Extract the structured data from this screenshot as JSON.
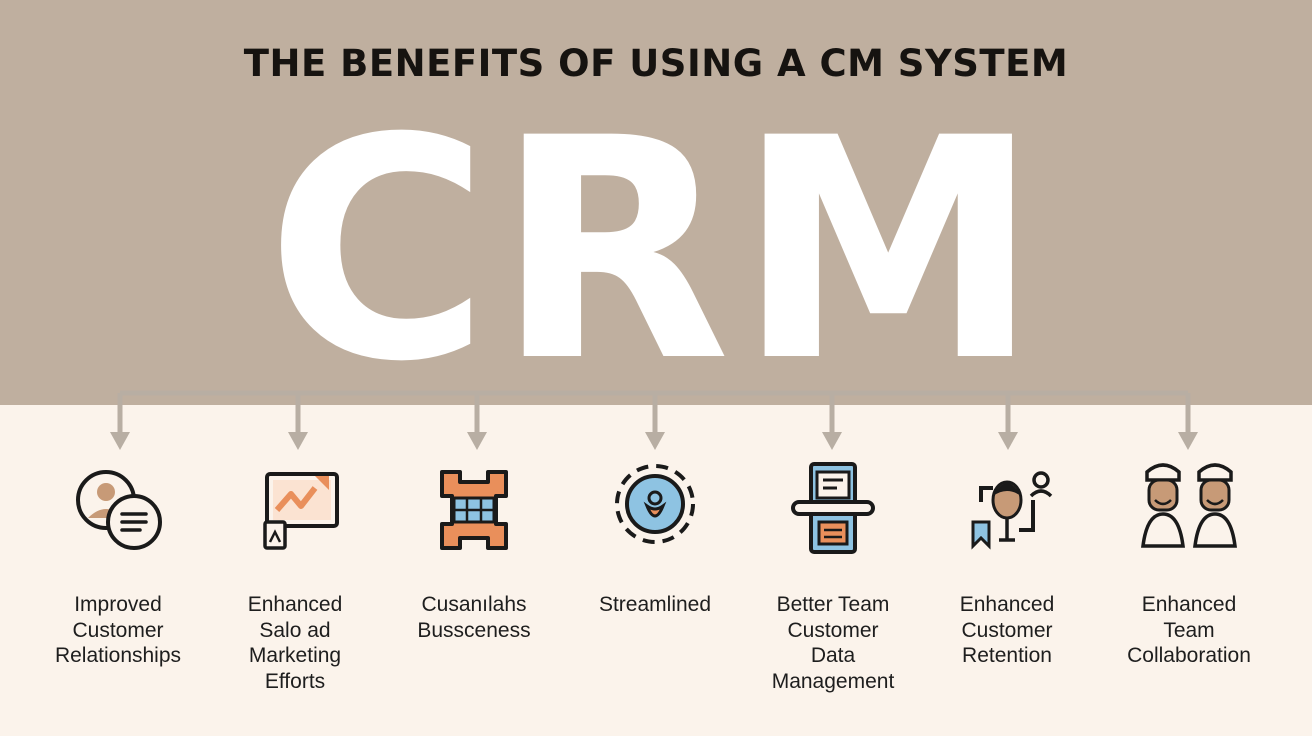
{
  "title": "THE BENEFITS OF USING A CM SYSTEM",
  "hero_text": "CRM",
  "colors": {
    "top_band": "#BFAF9F",
    "background": "#FBF3EB",
    "connector": "#B8AEA3",
    "accent_orange": "#E98F5B",
    "accent_blue": "#8EC3E2",
    "skin": "#C79A77",
    "ink": "#1A1A1A"
  },
  "benefits": [
    {
      "icon": "customer-chat-icon",
      "lines": [
        "Improved",
        "Customer",
        "Relationships"
      ]
    },
    {
      "icon": "marketing-chart-icon",
      "lines": [
        "Enhanced",
        "Salo ad",
        "Marketing",
        "Efforts"
      ]
    },
    {
      "icon": "puzzle-grid-icon",
      "lines": [
        "Cusanılahs",
        "Bussceness"
      ]
    },
    {
      "icon": "gear-lock-icon",
      "lines": [
        "Streamlined"
      ]
    },
    {
      "icon": "data-document-icon",
      "lines": [
        "Better Team",
        "Customer",
        "Data",
        "Management"
      ]
    },
    {
      "icon": "retention-person-icon",
      "lines": [
        "Enhanced",
        "Customer",
        "Retention"
      ]
    },
    {
      "icon": "team-people-icon",
      "lines": [
        "Enhanced",
        "Team",
        "Collaboration"
      ]
    }
  ]
}
